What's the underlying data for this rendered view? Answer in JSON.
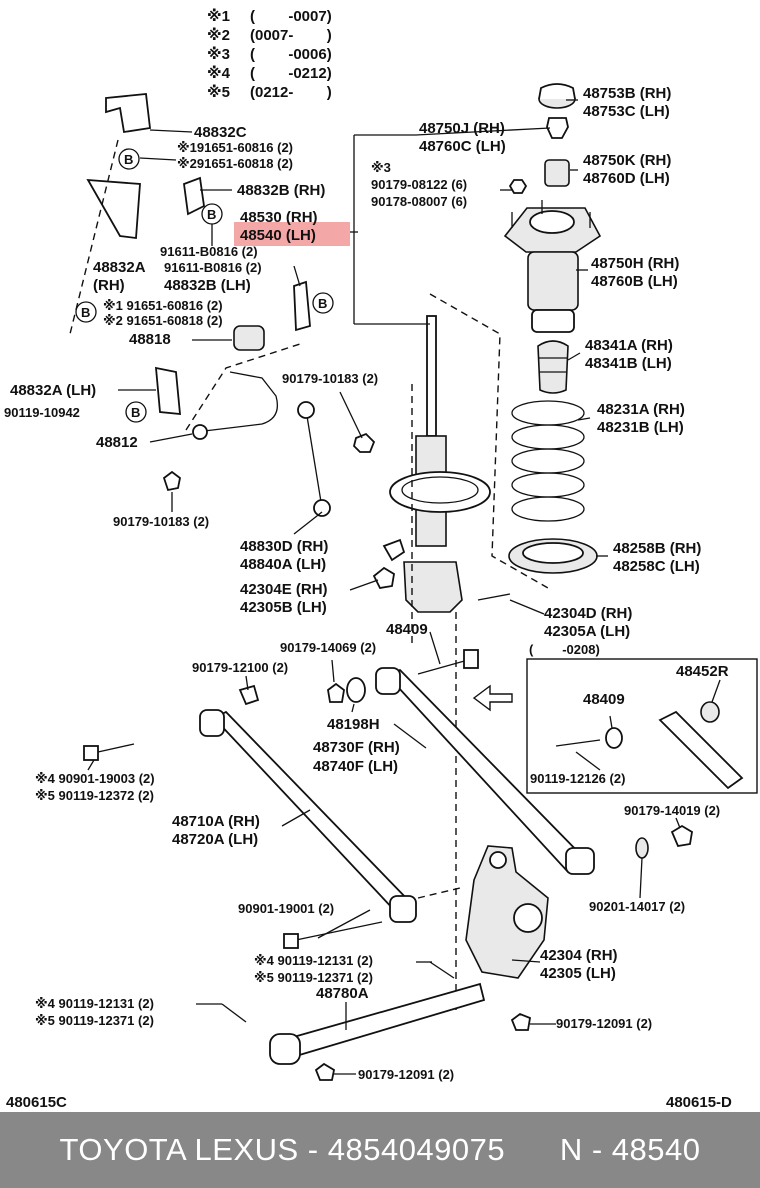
{
  "legend": [
    {
      "mark": "※1",
      "range": "(        -0007)"
    },
    {
      "mark": "※2",
      "range": "(0007-        )"
    },
    {
      "mark": "※3",
      "range": "(        -0006)"
    },
    {
      "mark": "※4",
      "range": "(        -0212)"
    },
    {
      "mark": "※5",
      "range": "(0212-        )"
    }
  ],
  "labels": {
    "p48753": [
      "48753B (RH)",
      "48753C (LH)"
    ],
    "p48750J": [
      "48750J (RH)",
      "48760C (LH)"
    ],
    "p48750K": [
      "48750K (RH)",
      "48760D (LH)"
    ],
    "p90179_08122": [
      "※3",
      "90179-08122 (6)",
      "90178-08007 (6)"
    ],
    "p48750H": [
      "48750H (RH)",
      "48760B (LH)"
    ],
    "p48341": [
      "48341A (RH)",
      "48341B (LH)"
    ],
    "p48231": [
      "48231A (RH)",
      "48231B (LH)"
    ],
    "p48258": [
      "48258B (RH)",
      "48258C (LH)"
    ],
    "p48832C": "48832C",
    "p91651_60816": "※191651-60816 (2)",
    "p91651_60818": "※291651-60818 (2)",
    "p48832B_rh": "48832B (RH)",
    "p48530": "48530 (RH)",
    "p48540": "48540 (LH)",
    "p91611_a": "91611-B0816 (2)",
    "p91611_b": "91611-B0816 (2)",
    "p48832A_rh": [
      "48832A",
      "(RH)"
    ],
    "p48832B_lh": "48832B (LH)",
    "p91651_set": [
      "※1 91651-60816 (2)",
      "※2 91651-60818 (2)"
    ],
    "p48818": "48818",
    "p48832A_lh": "48832A (LH)",
    "p90119_10942": "90119-10942",
    "p90179_10183_a": "90179-10183 (2)",
    "p48812": "48812",
    "p90179_10183_b": "90179-10183 (2)",
    "p48830D": [
      "48830D (RH)",
      "48840A (LH)"
    ],
    "p42304E": [
      "42304E (RH)",
      "42305B (LH)"
    ],
    "p42304D": [
      "42304D (RH)",
      "42305A (LH)"
    ],
    "p42304D_range": "(        -0208)",
    "p48409_a": "48409",
    "p90179_14069": "90179-14069 (2)",
    "p90179_12100": "90179-12100 (2)",
    "p48198H": "48198H",
    "p48730F": [
      "48730F (RH)",
      "48740F (LH)"
    ],
    "p48452R": "48452R",
    "p48409_b": "48409",
    "p90119_12126": "90119-12126 (2)",
    "p90901_19003": [
      "※4 90901-19003 (2)",
      "※5 90119-12372 (2)"
    ],
    "p48710A": [
      "48710A (RH)",
      "48720A (LH)"
    ],
    "p90179_14019": "90179-14019 (2)",
    "p90201_14017": "90201-14017 (2)",
    "p90901_19001": "90901-19001 (2)",
    "p90119_12131_a": [
      "※4 90119-12131 (2)",
      "※5 90119-12371 (2)"
    ],
    "p42304": [
      "42304 (RH)",
      "42305 (LH)"
    ],
    "p48780A": "48780A",
    "p90119_12131_b": [
      "※4 90119-12131 (2)",
      "※5 90119-12371 (2)"
    ],
    "p90179_12091_a": "90179-12091 (2)",
    "p90179_12091_b": "90179-12091 (2)"
  },
  "corner_left": "480615C",
  "corner_right": "480615-D",
  "footer": "TOYOTA LEXUS - 4854049075      N - 48540",
  "highlight_color": "#f4a7a7",
  "bolt_marker_letter": "B"
}
